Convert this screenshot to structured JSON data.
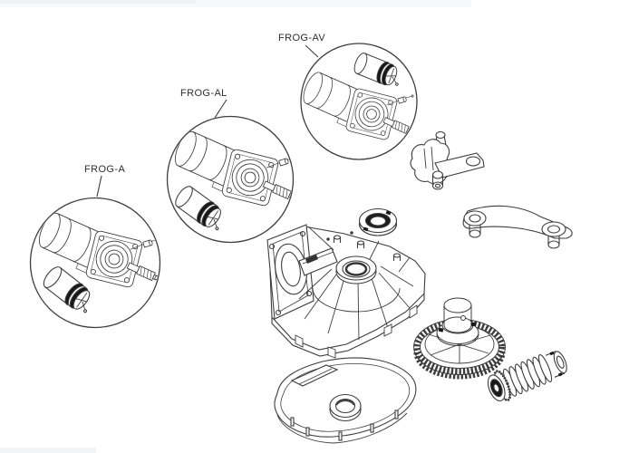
{
  "window": {
    "background": "#ffffff"
  },
  "colors": {
    "line": "#3d3d3d",
    "label_text": "#2e2e2e",
    "dark_fill": "#161616",
    "artifact_bar": "#eef0f3"
  },
  "diagram": {
    "type": "exploded-parts-diagram",
    "callouts": {
      "frog_a": {
        "label": "FROG-A"
      },
      "frog_al": {
        "label": "FROG-AL"
      },
      "frog_av": {
        "label": "FROG-AV"
      }
    },
    "parts": [
      {
        "name": "motor-assembly-frog-a"
      },
      {
        "name": "motor-assembly-frog-al"
      },
      {
        "name": "motor-assembly-frog-av"
      },
      {
        "name": "capacitor"
      },
      {
        "name": "gearbox-housing"
      },
      {
        "name": "seal-ring"
      },
      {
        "name": "release-lever"
      },
      {
        "name": "transmission-arm"
      },
      {
        "name": "gear-wheel"
      },
      {
        "name": "worm-screw-bearing"
      },
      {
        "name": "gearbox-cover"
      }
    ]
  }
}
